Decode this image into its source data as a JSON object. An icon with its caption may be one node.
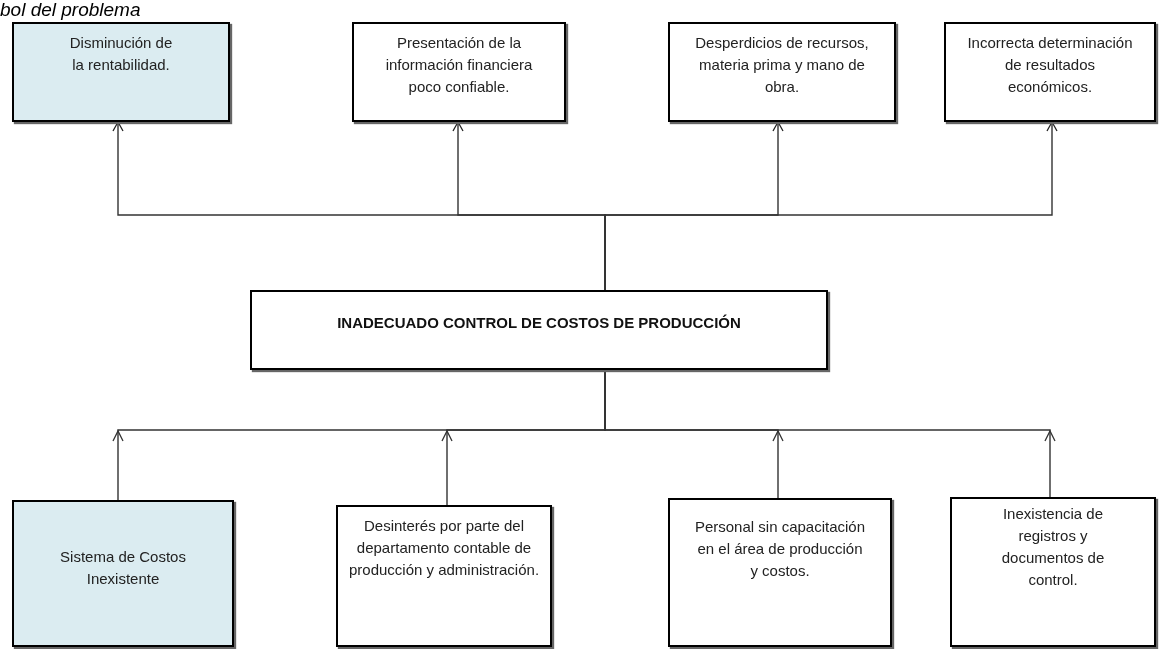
{
  "diagram": {
    "title": "bol del problema",
    "nodes": [
      {
        "text": [
          "Disminución de la rentabilidad."
        ]
      },
      {
        "text": [
          "Presentación de la información financiera poco confiable."
        ]
      },
      {
        "text": [
          "Desperdicios de recursos, materia prima y mano de obra."
        ]
      },
      {
        "text": [
          "Incorrecta determinación de resultados económicos."
        ]
      },
      {
        "text": [
          "INADECUADO CONTROL DE COSTOS DE PRODUCCIÓN"
        ]
      },
      {
        "text": [
          "Sistema de Costos Inexistente"
        ]
      },
      {
        "text": [
          "Desinterés por parte del departamento contable de producción y administración."
        ]
      },
      {
        "text": [
          "Personal sin capacitación en el área de producción y costos."
        ]
      },
      {
        "text": [
          "Inexistencia de registros y documentos  de control."
        ]
      }
    ],
    "edges": [
      {
        "from": 4,
        "to": 0,
        "arrow": "to"
      },
      {
        "from": 4,
        "to": 1,
        "arrow": "to"
      },
      {
        "from": 4,
        "to": 2,
        "arrow": "to"
      },
      {
        "from": 4,
        "to": 3,
        "arrow": "to"
      },
      {
        "from": 5,
        "to": 4,
        "arrow": "to"
      },
      {
        "from": 6,
        "to": 4,
        "arrow": "to"
      },
      {
        "from": 7,
        "to": 4,
        "arrow": "to"
      },
      {
        "from": 8,
        "to": 4,
        "arrow": "to"
      }
    ]
  }
}
